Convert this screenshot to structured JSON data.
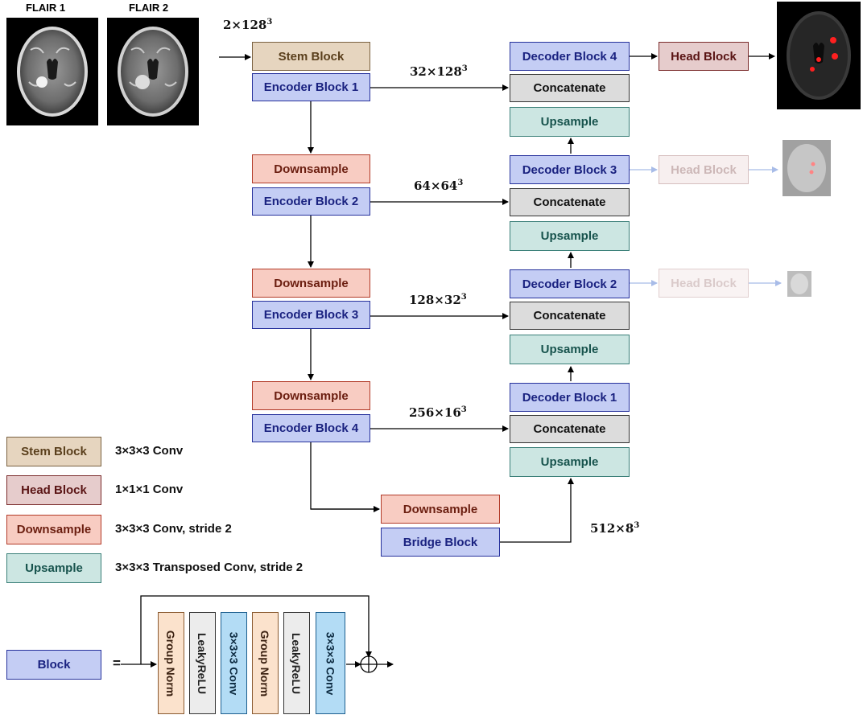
{
  "inputs": {
    "flair1": "FLAIR 1",
    "flair2": "FLAIR 2"
  },
  "dims": {
    "input": "2×128",
    "level1": "32×128",
    "level2": "64×64",
    "level3": "128×32",
    "level4": "256×16",
    "bridge": "512×8",
    "exponent": "3"
  },
  "blocks": {
    "stem": "Stem Block",
    "encoder1": "Encoder Block 1",
    "encoder2": "Encoder Block 2",
    "encoder3": "Encoder Block 3",
    "encoder4": "Encoder Block 4",
    "downsample": "Downsample",
    "bridge": "Bridge Block",
    "decoder1": "Decoder Block 1",
    "decoder2": "Decoder Block 2",
    "decoder3": "Decoder Block 3",
    "decoder4": "Decoder Block 4",
    "concatenate": "Concatenate",
    "upsample": "Upsample",
    "head": "Head Block"
  },
  "legend": {
    "stem": {
      "label": "Stem Block",
      "desc": "3×3×3 Conv"
    },
    "head": {
      "label": "Head Block",
      "desc": "1×1×1 Conv"
    },
    "down": {
      "label": "Downsample",
      "desc": "3×3×3 Conv, stride 2"
    },
    "up": {
      "label": "Upsample",
      "desc": "3×3×3 Transposed Conv, stride 2"
    },
    "block": {
      "label": "Block",
      "equals": "="
    }
  },
  "block_detail": {
    "group_norm": "Group Norm",
    "leaky_relu": "LeakyReLU",
    "conv": "3×3×3 Conv"
  },
  "colors": {
    "stem": "#e6d5bf",
    "head": "#e6cccc",
    "downsample": "#f8ccc2",
    "upsample": "#cce6e2",
    "encoder": "#c4cdf4",
    "concatenate": "#dcdcdc",
    "group_norm": "#fbe2cc",
    "leaky_relu": "#ececec",
    "conv": "#b3dcf5",
    "lesion": "#ff2020"
  }
}
